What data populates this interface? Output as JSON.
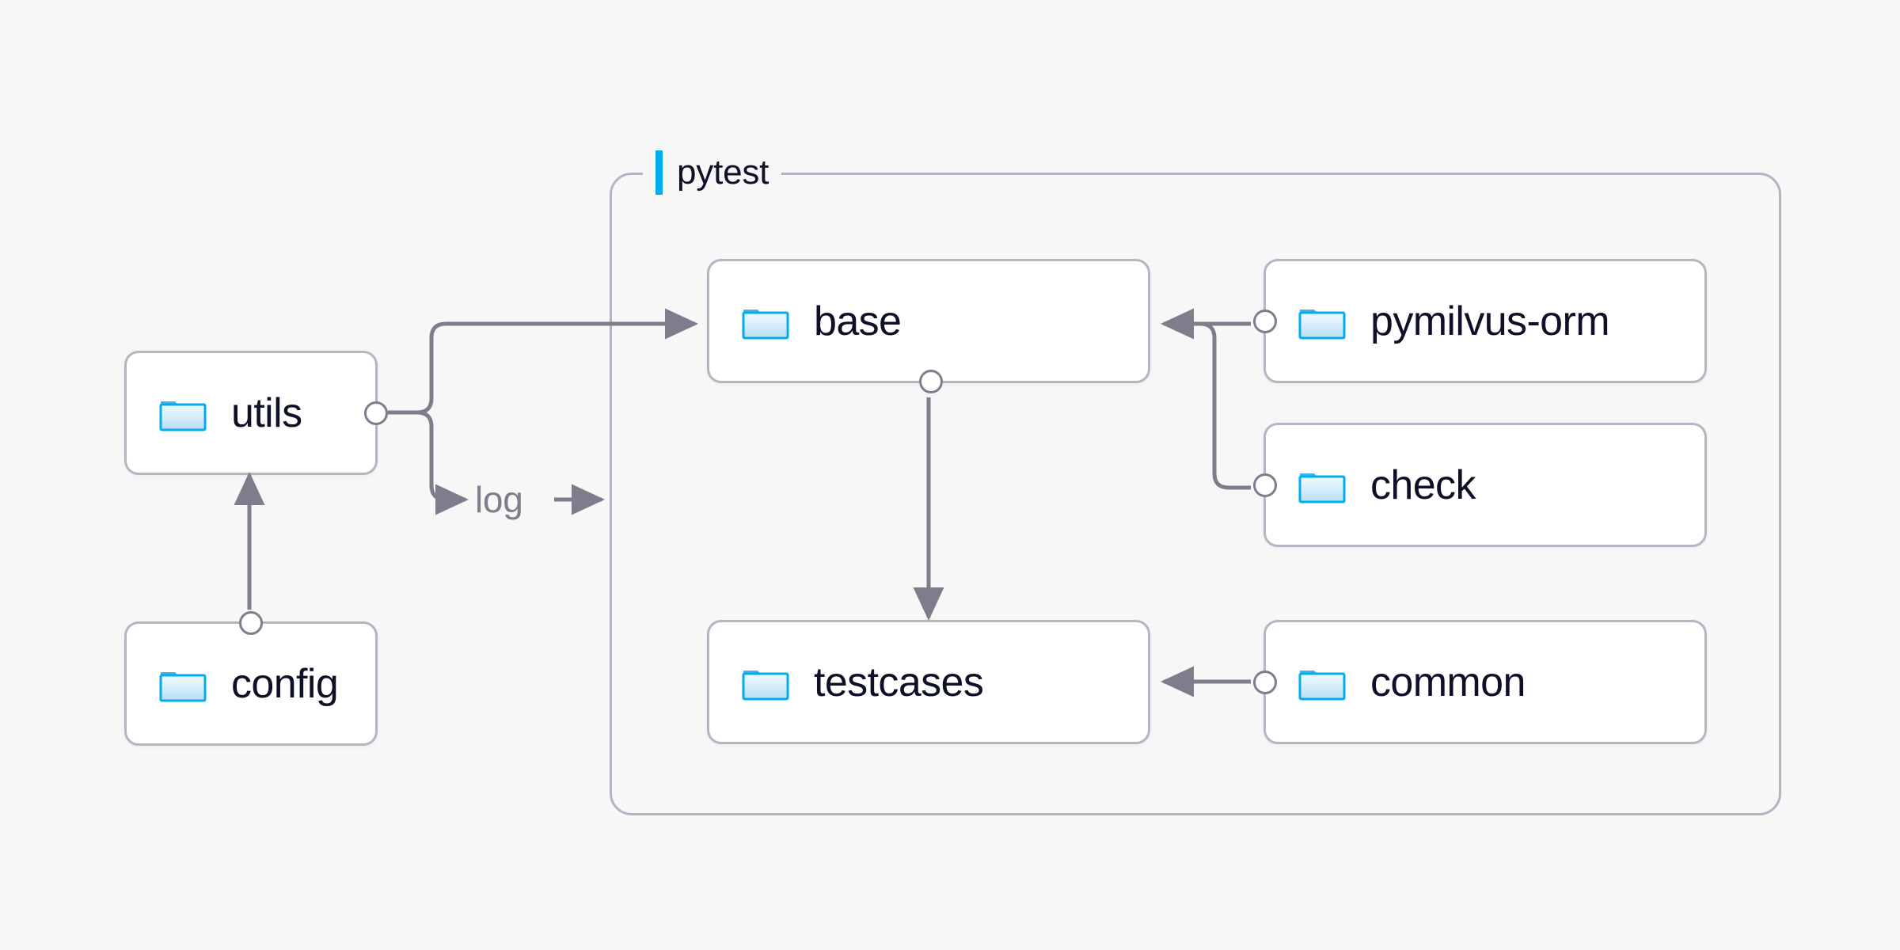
{
  "diagram": {
    "background_color": "#f7f7f8",
    "accent_color": "#00aef0",
    "node_border_color": "#b6b4c2",
    "edge_color": "#7d7d8c",
    "text_color": "#0d1026"
  },
  "group": {
    "label": "pytest",
    "accent_color": "#00aef0"
  },
  "nodes": [
    {
      "id": "utils",
      "label": "utils",
      "icon": "folder-icon"
    },
    {
      "id": "config",
      "label": "config",
      "icon": "folder-icon"
    },
    {
      "id": "base",
      "label": "base",
      "icon": "folder-icon"
    },
    {
      "id": "testcases",
      "label": "testcases",
      "icon": "folder-icon"
    },
    {
      "id": "pymilvus_orm",
      "label": "pymilvus-orm",
      "icon": "folder-icon"
    },
    {
      "id": "check",
      "label": "check",
      "icon": "folder-icon"
    },
    {
      "id": "common",
      "label": "common",
      "icon": "folder-icon"
    }
  ],
  "edges": [
    {
      "id": "utils_base",
      "from": "utils",
      "to": "base",
      "label": ""
    },
    {
      "id": "utils_log",
      "from": "utils",
      "to": "pytest",
      "label": "log"
    },
    {
      "id": "config_utils",
      "from": "config",
      "to": "utils",
      "label": ""
    },
    {
      "id": "base_testcases",
      "from": "base",
      "to": "testcases",
      "label": ""
    },
    {
      "id": "pymilvus_orm_base",
      "from": "pymilvus-orm",
      "to": "base",
      "label": ""
    },
    {
      "id": "check_base",
      "from": "check",
      "to": "base",
      "label": ""
    },
    {
      "id": "common_testcases",
      "from": "common",
      "to": "testcases",
      "label": ""
    }
  ],
  "edge_labels": {
    "log": "log"
  }
}
